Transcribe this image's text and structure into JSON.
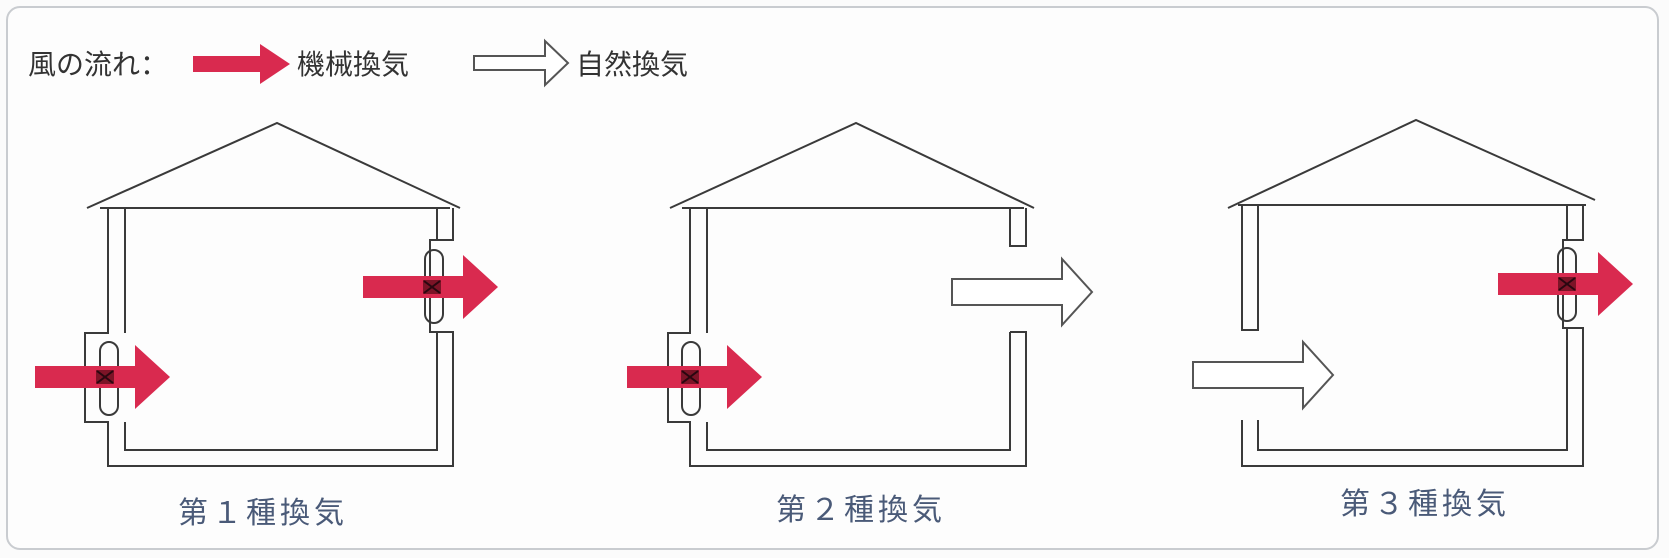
{
  "legend": {
    "prefix": "風の流れ：",
    "mechanical": "機械換気",
    "natural": "自然換気"
  },
  "diagrams": [
    {
      "caption": "第１種換気"
    },
    {
      "caption": "第２種換気"
    },
    {
      "caption": "第３種換気"
    }
  ],
  "colors": {
    "mechanical_arrow": "#d92a4f",
    "natural_arrow": "#ffffff",
    "outline": "#3a3a3a",
    "caption": "#4a5a78",
    "fan_mark": "#6b1020"
  }
}
